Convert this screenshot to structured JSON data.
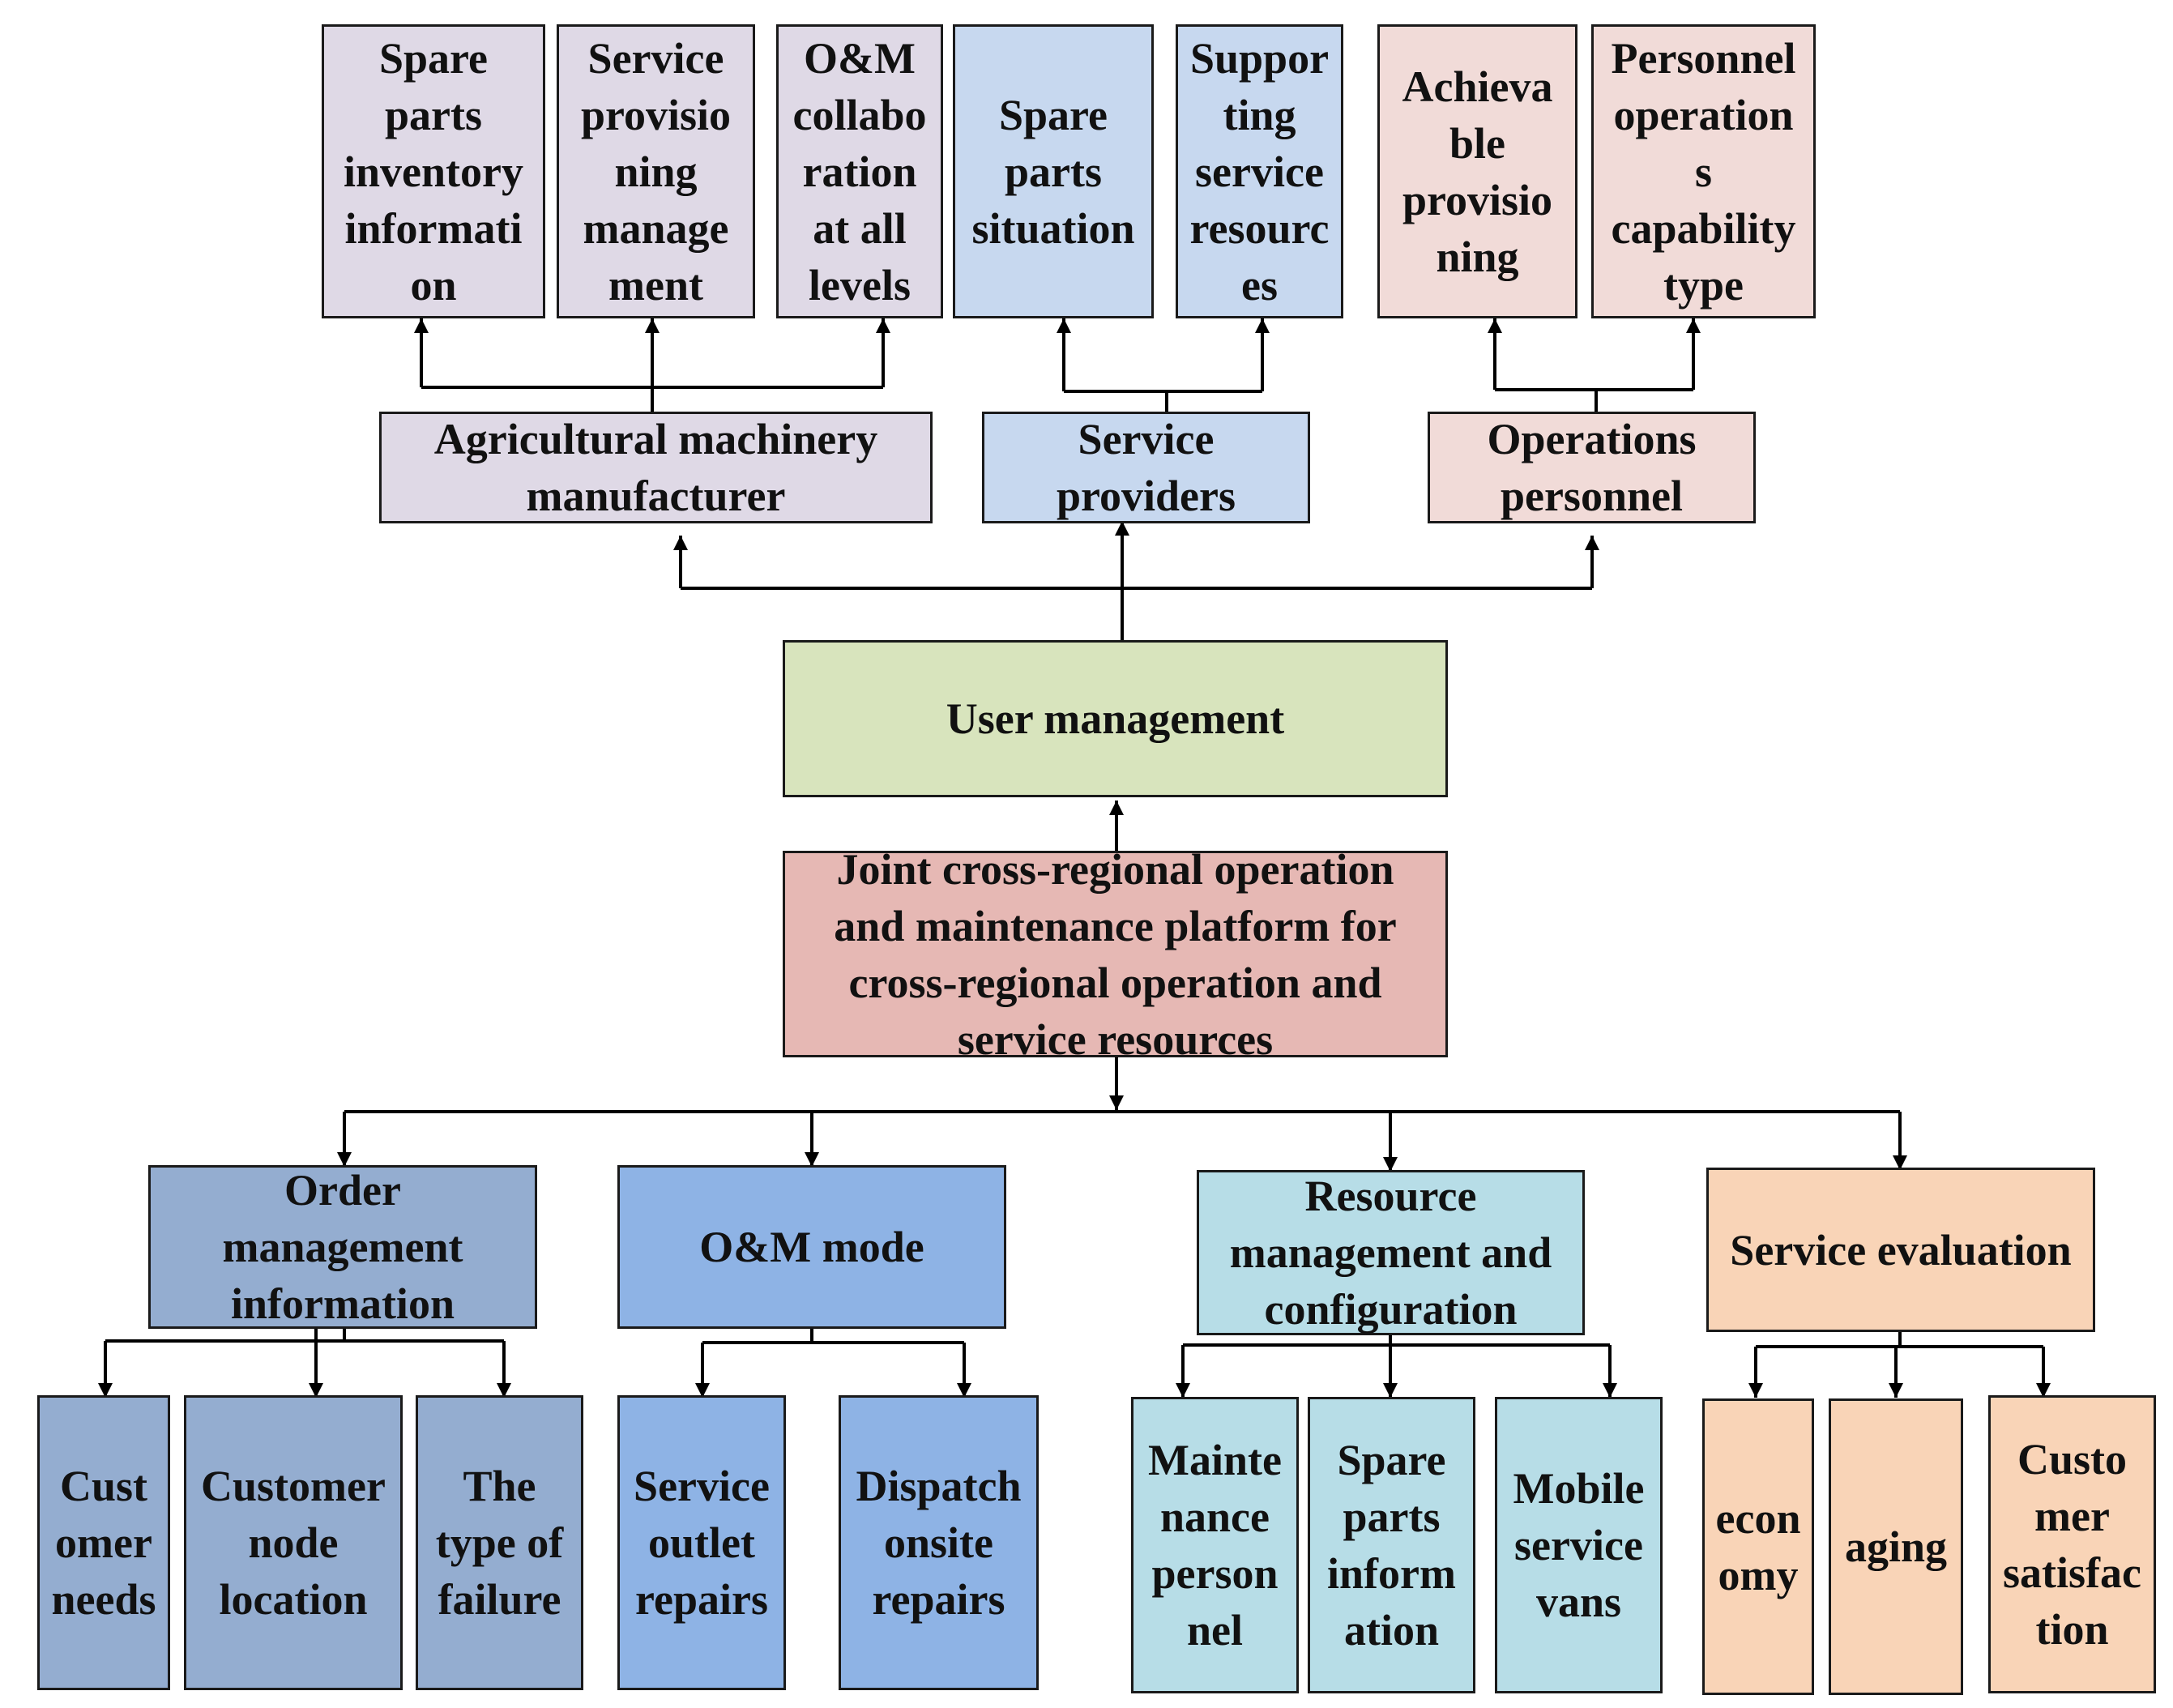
{
  "diagram": {
    "top_row": [
      "Spare\nparts\ninventory\ninformati\non",
      "Service\nprovisio\nning\nmanage\nment",
      "O&M\ncollabo\nration\nat all\nlevels",
      "Spare\nparts\nsituation",
      "Suppor\nting\nservice\nresourc\nes",
      "Achieva\nble\nprovisio\nning",
      "Personnel\noperation\ns\ncapability\ntype"
    ],
    "user_groups": [
      "Agricultural machinery\nmanufacturer",
      "Service\nproviders",
      "Operations\npersonnel"
    ],
    "user_management": "User management",
    "platform": "Joint cross-regional operation\nand maintenance platform for\ncross-regional operation and\nservice resources",
    "modules": [
      "Order\nmanagement\ninformation",
      "O&M mode",
      "Resource\nmanagement and\nconfiguration",
      "Service evaluation"
    ],
    "bottom_row": [
      "Cust\nomer\nneeds",
      "Customer\nnode\nlocation",
      "The\ntype of\nfailure",
      "Service\noutlet\nrepairs",
      "Dispatch\nonsite\nrepairs",
      "Mainte\nnance\nperson\nnel",
      "Spare\nparts\ninform\nation",
      "Mobile\nservice\nvans",
      "econ\nomy",
      "aging",
      "Custo\nmer\nsatisfac\ntion"
    ]
  },
  "colors": {
    "manufacturer_group": "#dfd9e6",
    "provider_group": "#c7d8ef",
    "personnel_group": "#f1dbd8",
    "user_management": "#d8e4bd",
    "platform": "#e6b8b4",
    "order_module": "#94add0",
    "om_module": "#8eb3e5",
    "resource_module": "#b7dde7",
    "evaluation_module": "#f9d4b7",
    "lines": "#000000"
  }
}
